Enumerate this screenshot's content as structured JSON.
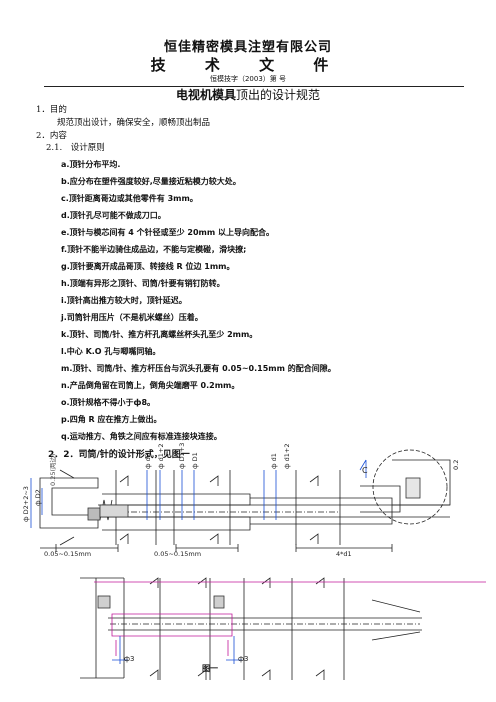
{
  "header": {
    "company": "恒佳精密模具注塑有限公司",
    "doc_title": "技 术 文 件",
    "doc_number": "恒模技字（2003）第    号",
    "heading_bold": "电视机模具",
    "heading_rest": "顶出的设计规范"
  },
  "sections": {
    "s1_title": "1．目的",
    "s1_text": "规范顶出设计，确保安全，顺畅顶出制品",
    "s2_title": "2．内容",
    "s21_title": "2.1.　设计原则",
    "items": [
      "a.顶针分布平均.",
      "b.应分布在塑件强度较好,尽量接近粘模力较大处。",
      "c.顶针距离哥边或其他零件有 3mm。",
      "d.顶针孔尽可能不做成刀口。",
      "e.顶针与模芯间有 4 个针径或至少 20mm 以上导向配合。",
      "f.顶针不能半边骑住成品边，不能与定模碰，滑块撩;",
      "g.顶针要离开成品哥顶、转接线 R 位边 1mm。",
      "h.顶端有异形之顶针、司筒/针要有销钉防转。",
      "i.顶针高出推方较大时，顶针延迟。",
      "j.司筒针用压片（不是机米螺丝）压着。",
      "k.顶针、司筒/针、推方杆孔离螺丝杯头孔至少 2mm。",
      "l.中心 K.O 孔与唧嘴同轴。",
      "m.顶针、司筒/针、推方杆压台与沉头孔要有 0.05~0.15mm 的配合间隙。",
      "n.产品倒角留在司筒上，倒角尖端磨平 0.2mm。",
      "o.顶针规格不得小于ф8。",
      "p.四角 R 应在推方上做出。",
      "q.运动推方、角铁之间应有标准连接块连接。"
    ],
    "s22_title": "2．2．司筒/针的设计形式，见图一"
  },
  "figure": {
    "labels": {
      "d2_2_3": "ф D2+2~3",
      "d2": "ф D2",
      "gap_025": "0.25(两边)",
      "d2_top": "ф d2",
      "d1_2": "ф d1+2",
      "d1_3": "ф D1+3",
      "D1": "ф D1",
      "d1": "ф d1",
      "d1_2b": "ф d1+2",
      "c_mark": "C",
      "v02": "0.2",
      "gap1": "0.05~0.15mm",
      "gap2": "0.05~0.15mm",
      "len4": "4*d1",
      "phi3a": "ф3",
      "phi3b": "ф3",
      "caption": "图一"
    }
  }
}
